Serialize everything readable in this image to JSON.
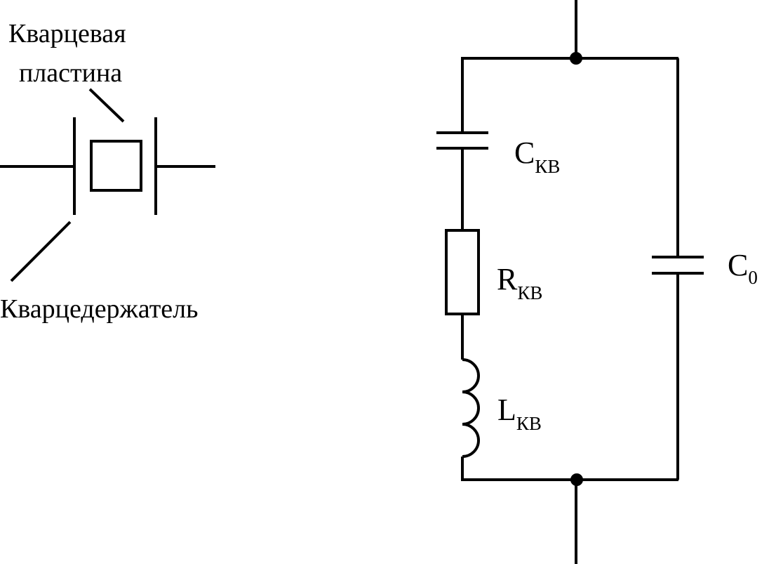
{
  "crystal_symbol": {
    "plate_label_line1": "Кварцевая",
    "plate_label_line2": "пластина",
    "holder_label": "Кварцедержатель"
  },
  "equivalent_circuit": {
    "c_series": {
      "main": "C",
      "sub": "КВ"
    },
    "r_series": {
      "main": "R",
      "sub": "КВ"
    },
    "l_series": {
      "main": "L",
      "sub": "КВ"
    },
    "c_parallel": {
      "main": "C",
      "sub": "0"
    }
  },
  "colors": {
    "stroke": "#000000",
    "background": "#ffffff"
  }
}
